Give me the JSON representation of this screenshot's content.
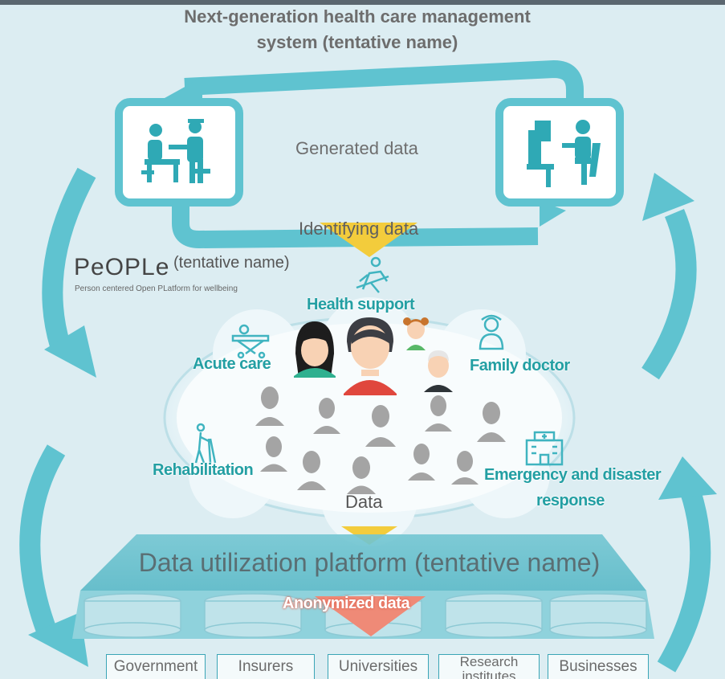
{
  "title_line1": "Next-generation health care management",
  "title_line2": "system (tentative name)",
  "generated_data": "Generated data",
  "identifying_data": "Identifying data",
  "people_logo": "PeOPLe",
  "people_tentative": "(tentative name)",
  "people_sub": "Person centered Open PLatform for wellbeing",
  "services": {
    "health_support": "Health support",
    "acute_care": "Acute care",
    "family_doctor": "Family doctor",
    "rehabilitation": "Rehabilitation",
    "emergency_line1": "Emergency and disaster",
    "emergency_line2": "response"
  },
  "data_label": "Data",
  "platform_title": "Data utilization platform (tentative name)",
  "anonymized_data": "Anonymized data",
  "stakeholders": [
    "Government",
    "Insurers",
    "Universities",
    "Research institutes",
    "Businesses"
  ],
  "colors": {
    "teal": "#5fc3d0",
    "teal_dark": "#239fa3",
    "yellow": "#f3cc3c",
    "salmon": "#ef8a77",
    "background": "#dcedf2"
  },
  "icons": {
    "doctor_patient": "doctor-patient-icon",
    "computer_user": "computer-user-icon",
    "runner": "runner-icon",
    "stretcher": "stretcher-icon",
    "nurse": "nurse-icon",
    "walker": "walker-icon",
    "hospital": "hospital-icon"
  }
}
